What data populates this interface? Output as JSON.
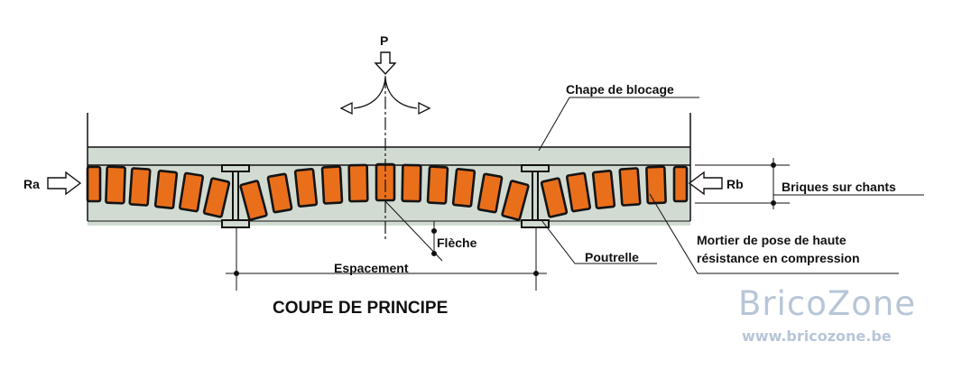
{
  "labels": {
    "load": "P",
    "reaction_left": "Ra",
    "reaction_right": "Rb",
    "screed": "Chape de blocage",
    "bricks": "Briques sur chants",
    "deflection": "Flèche",
    "joist": "Poutrelle",
    "mortar_line1": "Mortier de pose de haute",
    "mortar_line2": "résistance en compression",
    "spacing": "Espacement",
    "title": "COUPE DE PRINCIPE"
  },
  "watermark": {
    "brand": "BricoZone",
    "url": "www.bricozone.be"
  },
  "colors": {
    "brick": "#ea6f1b",
    "brick_outline": "#141414",
    "mortar": "#d2dbd2",
    "line": "#111111",
    "watermark": "#b7c6d8"
  }
}
